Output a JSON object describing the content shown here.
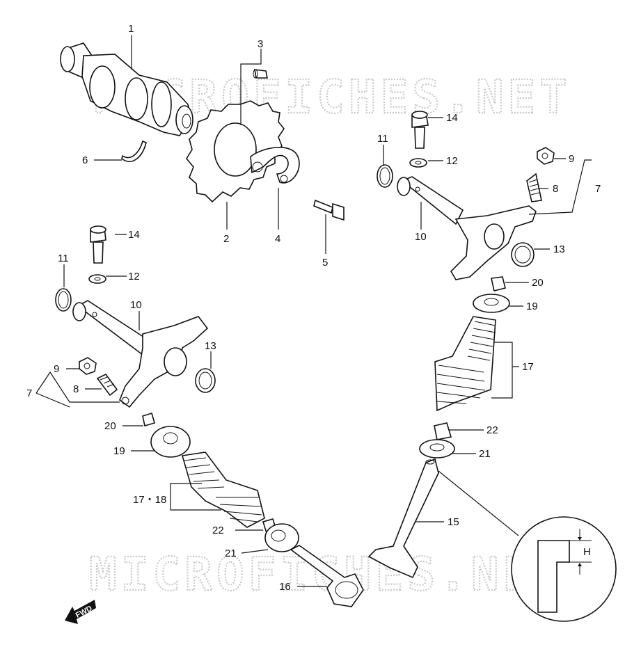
{
  "watermark": {
    "top_text": "MICROFICHES.NET",
    "bottom_text": "MICROFICHES.NET"
  },
  "callouts": {
    "c1": "1",
    "c2": "2",
    "c3": "3",
    "c4": "4",
    "c5": "5",
    "c6": "6",
    "c7_right": "7",
    "c7_left": "7",
    "c8_right": "8",
    "c8_left": "8",
    "c9_right": "9",
    "c9_left": "9",
    "c10_right": "10",
    "c10_left": "10",
    "c11_right": "11",
    "c11_left": "11",
    "c12_right": "12",
    "c12_left": "12",
    "c13_right": "13",
    "c13_left": "13",
    "c14_right": "14",
    "c14_left": "14",
    "c15": "15",
    "c16": "16",
    "c17_right": "17",
    "c17_18_left": "17・18",
    "c19_right": "19",
    "c19_left": "19",
    "c20_right": "20",
    "c20_left": "20",
    "c21_right": "21",
    "c21_left": "21",
    "c22_right": "22",
    "c22_left": "22"
  },
  "detail": {
    "dimension_label": "H"
  },
  "fwd_arrow": {
    "label": "FWD"
  }
}
